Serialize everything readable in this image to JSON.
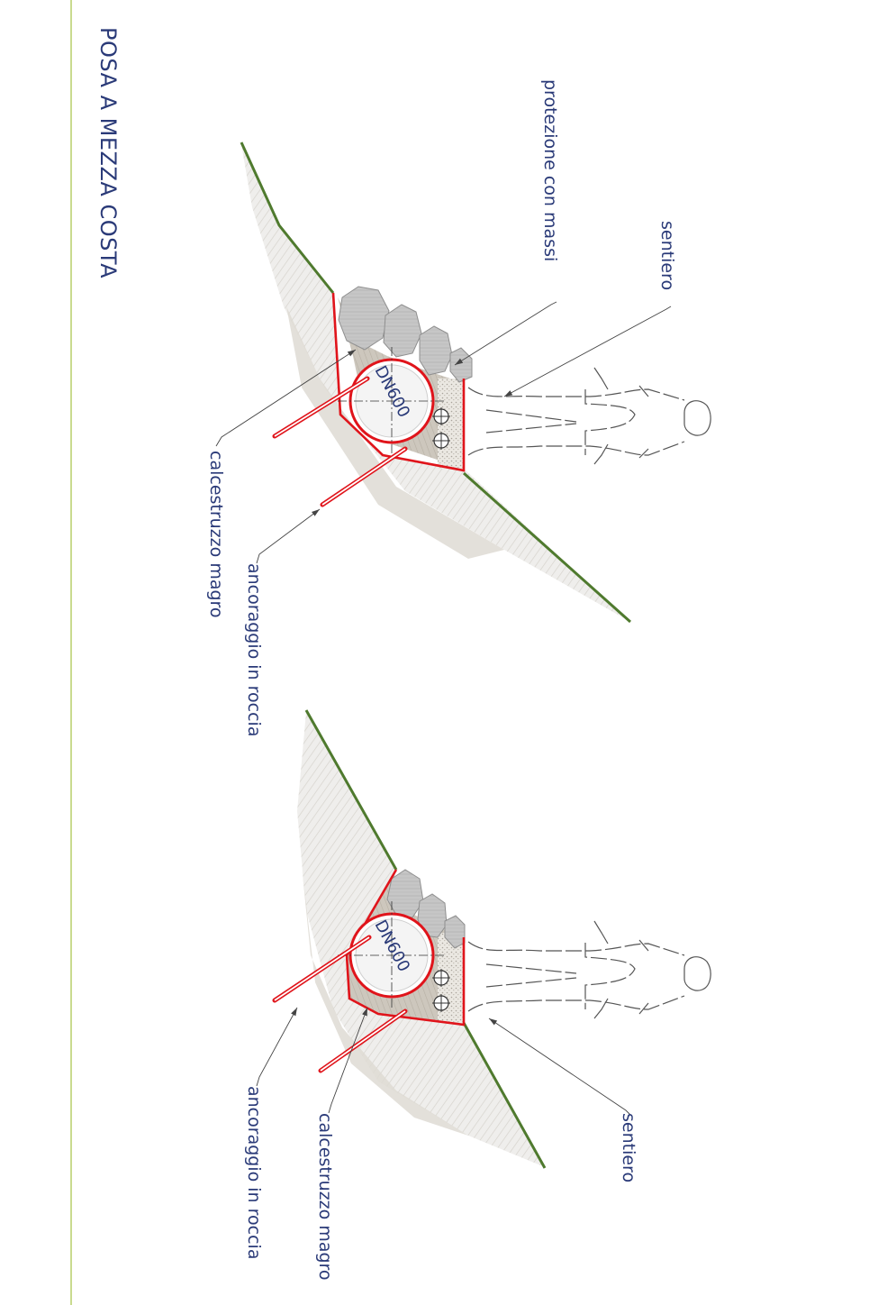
{
  "sheet": {
    "title": "POSA A MEZZA COSTA",
    "accent_line_color": "#b7cf6a"
  },
  "colors": {
    "text": "#2a3a78",
    "red_outline": "#e0141b",
    "ground_line": "#4f7a2e",
    "rock_fill": "#e5e2dd",
    "boulder_fill": "#c9c9c9",
    "concrete_fill": "#cfcac2"
  },
  "detail_top": {
    "pipe_label": "DN600",
    "labels": {
      "sentiero": "sentiero",
      "protezione": "protezione con massi",
      "calcestruzzo": "calcestruzzo magro",
      "ancoraggio": "ancoraggio in roccia"
    }
  },
  "detail_bottom": {
    "pipe_label": "DN600",
    "labels": {
      "sentiero": "sentiero",
      "calcestruzzo": "calcestruzzo magro",
      "ancoraggio": "ancoraggio in roccia"
    }
  }
}
